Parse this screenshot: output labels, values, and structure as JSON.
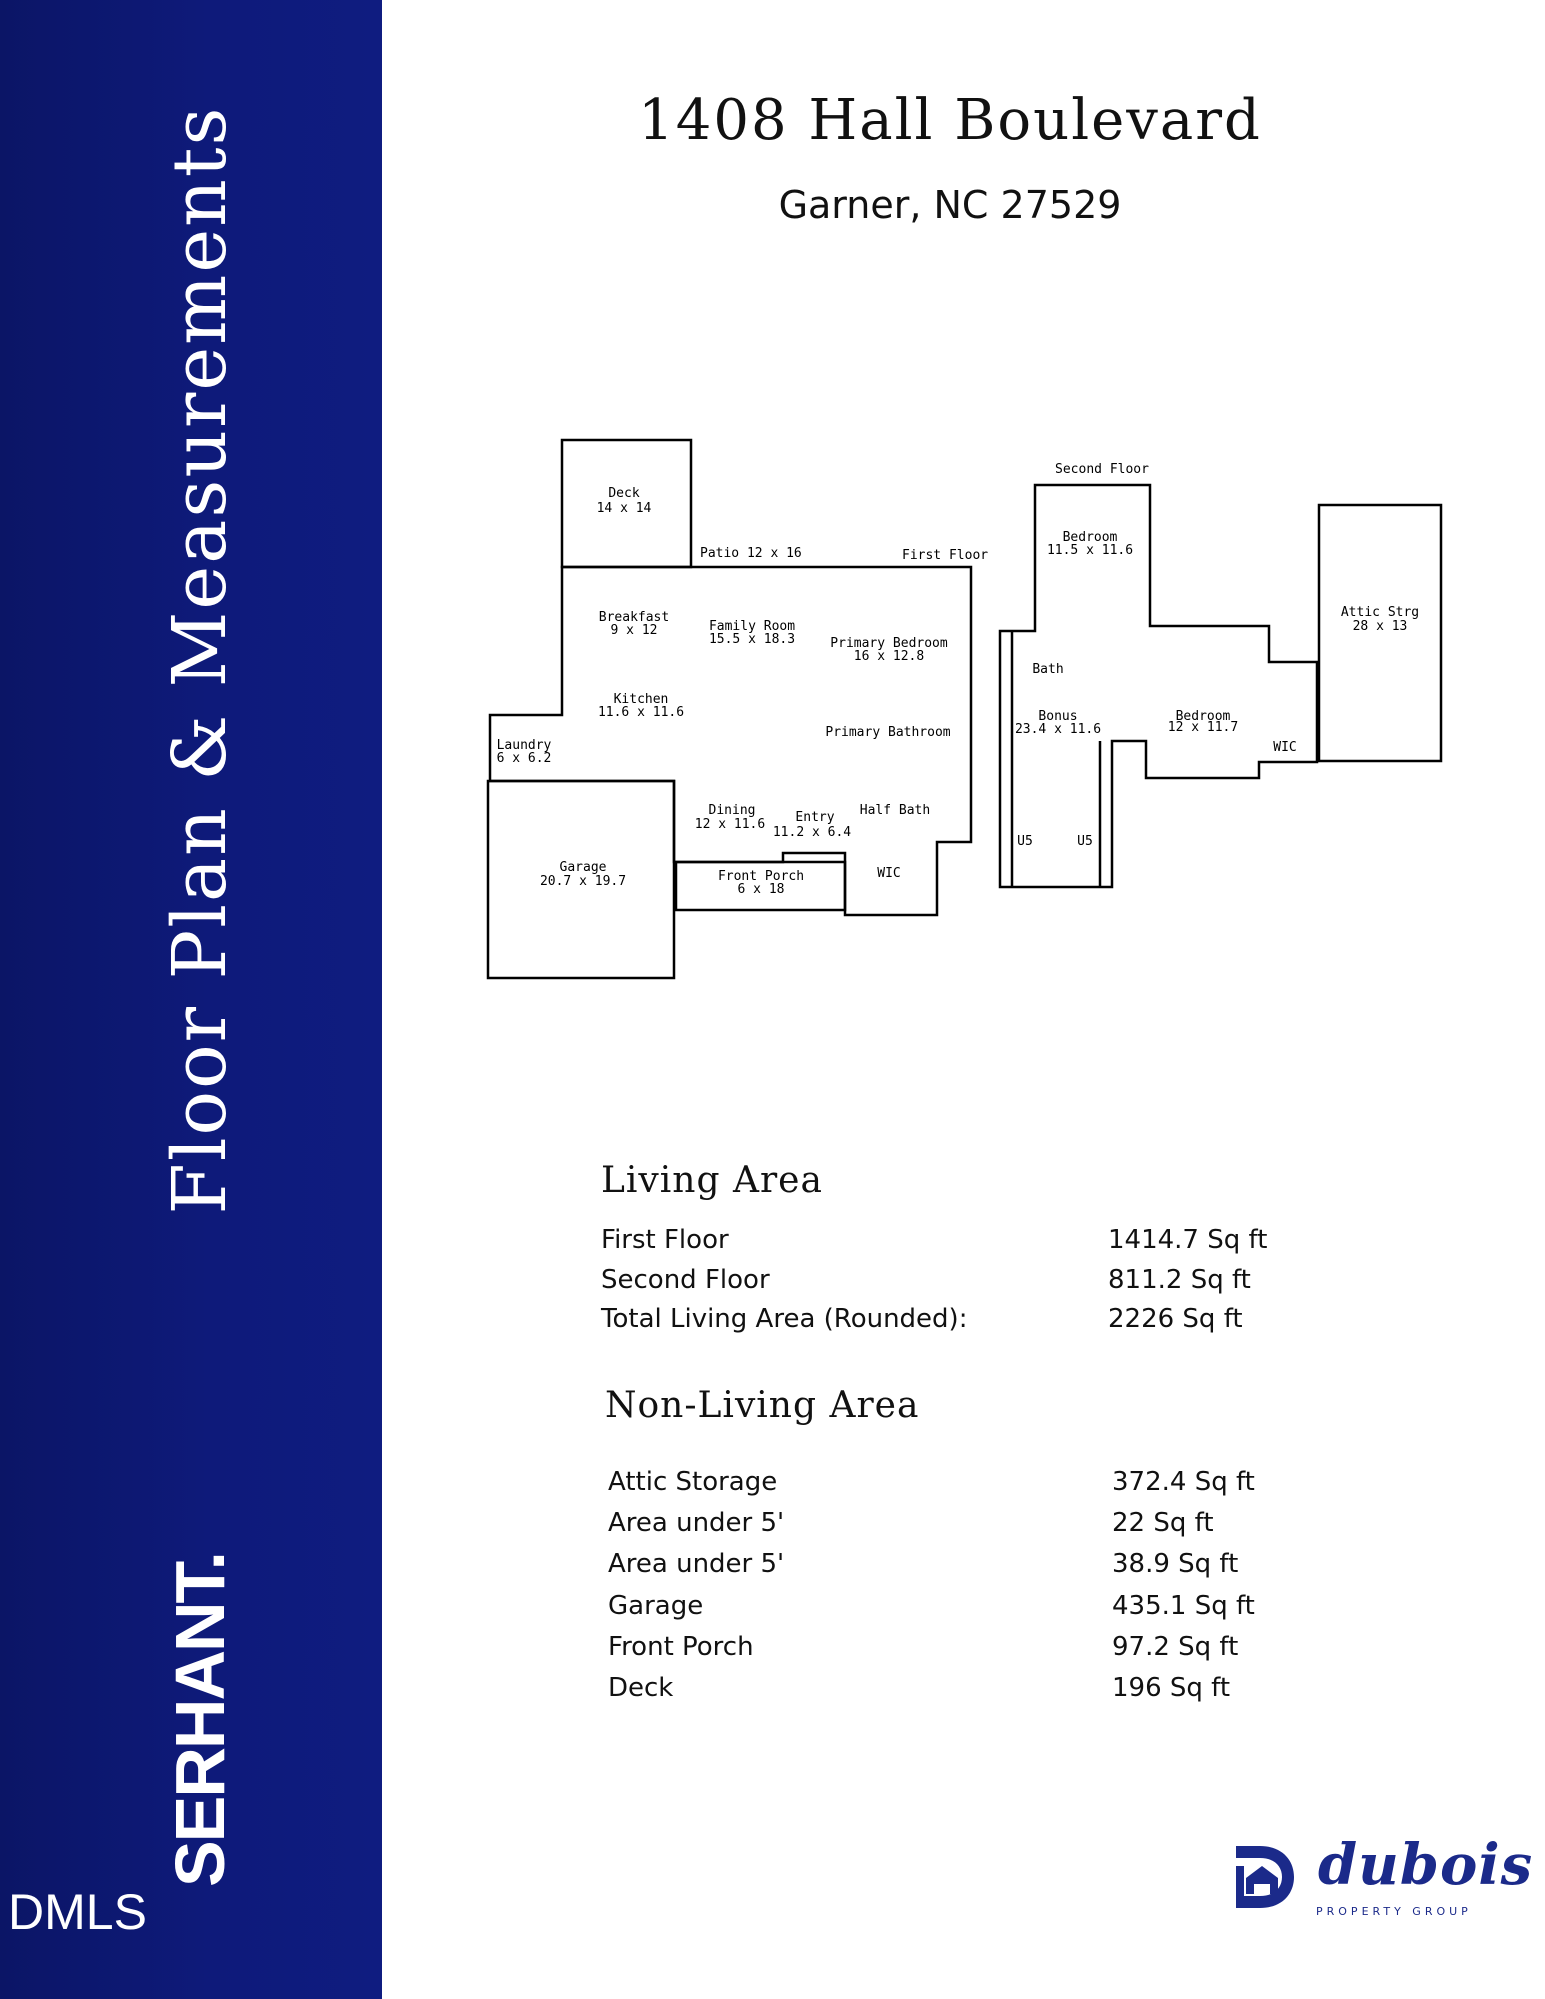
{
  "sidebar": {
    "title": "Floor Plan & Measurements",
    "brand": "SERHANT.",
    "source": "DMLS"
  },
  "header": {
    "street": "1408 Hall Boulevard",
    "city_line": "Garner, NC 27529"
  },
  "floor_plan": {
    "labels": {
      "deck": "Deck",
      "deck_dim": "14 x 14",
      "patio": "Patio 12 x 16",
      "first_floor": "First Floor",
      "breakfast": "Breakfast",
      "breakfast_dim": "9 x 12",
      "family_room": "Family Room",
      "family_room_dim": "15.5 x 18.3",
      "primary_bedroom": "Primary Bedroom",
      "primary_bedroom_dim": "16 x 12.8",
      "kitchen": "Kitchen",
      "kitchen_dim": "11.6 x 11.6",
      "primary_bathroom": "Primary Bathroom",
      "laundry": "Laundry",
      "laundry_dim": "6 x 6.2",
      "dining": "Dining",
      "dining_dim": "12 x 11.6",
      "entry": "Entry",
      "entry_dim": "11.2 x 6.4",
      "half_bath": "Half Bath",
      "garage": "Garage",
      "garage_dim": "20.7 x 19.7",
      "front_porch": "Front Porch",
      "front_porch_dim": "6 x 18",
      "wic_1": "WIC",
      "second_floor": "Second Floor",
      "bedroom_a": "Bedroom",
      "bedroom_a_dim": "11.5 x 11.6",
      "attic": "Attic Strg",
      "attic_dim": "28 x 13",
      "bath": "Bath",
      "bonus": "Bonus",
      "bonus_dim": "23.4 x 11.6",
      "bedroom_b": "Bedroom",
      "bedroom_b_dim": "12 x 11.7",
      "wic_2": "WIC",
      "u5_a": "U5",
      "u5_b": "U5"
    }
  },
  "living_area": {
    "title": "Living Area",
    "rows": [
      {
        "label": "First Floor",
        "value": "1414.7 Sq ft"
      },
      {
        "label": "Second Floor",
        "value": "811.2 Sq ft"
      },
      {
        "label": "Total Living Area (Rounded):",
        "value": "2226 Sq ft"
      }
    ]
  },
  "non_living_area": {
    "title": "Non-Living Area",
    "rows": [
      {
        "label": "Attic Storage",
        "value": "372.4 Sq ft"
      },
      {
        "label": "Area under 5'",
        "value": "22 Sq ft"
      },
      {
        "label": "Area under 5'",
        "value": "38.9 Sq ft"
      },
      {
        "label": "Garage",
        "value": "435.1 Sq ft"
      },
      {
        "label": "Front Porch",
        "value": "97.2 Sq ft"
      },
      {
        "label": "Deck",
        "value": "196 Sq ft"
      }
    ]
  },
  "logo": {
    "name": "dubois",
    "tagline": "PROPERTY GROUP",
    "color": "#1b2a8a"
  }
}
